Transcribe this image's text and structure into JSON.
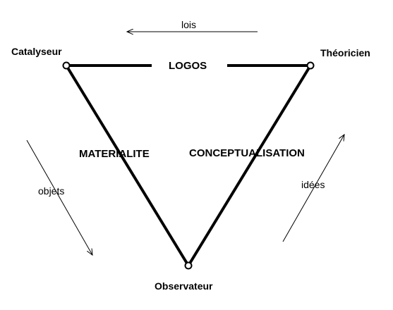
{
  "nodes": {
    "catalyseur": "Catalyseur",
    "theoricien": "Théoricien",
    "observateur": "Observateur"
  },
  "edges": {
    "top": "LOGOS",
    "left": "MATERIALITE",
    "right": "CONCEPTUALISATION"
  },
  "flows": {
    "top": "lois",
    "left": "objets",
    "right": "idées"
  }
}
